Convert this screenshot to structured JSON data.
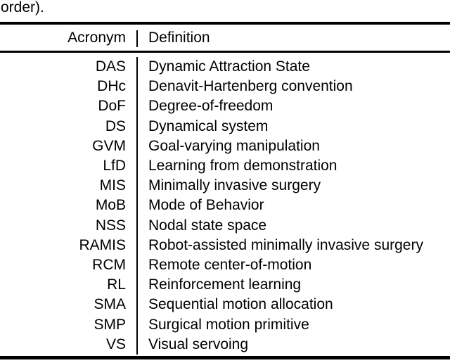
{
  "page": {
    "background": "#ffffff",
    "text_color": "#000000",
    "rule_color": "#000000"
  },
  "caption_fragment": "order).",
  "table": {
    "headers": {
      "acronym": "Acronym",
      "definition": "Definition"
    },
    "rows": [
      {
        "acronym": "DAS",
        "definition": "Dynamic Attraction State"
      },
      {
        "acronym": "DHc",
        "definition": "Denavit-Hartenberg convention"
      },
      {
        "acronym": "DoF",
        "definition": "Degree-of-freedom"
      },
      {
        "acronym": "DS",
        "definition": "Dynamical system"
      },
      {
        "acronym": "GVM",
        "definition": "Goal-varying manipulation"
      },
      {
        "acronym": "LfD",
        "definition": "Learning from demonstration"
      },
      {
        "acronym": "MIS",
        "definition": "Minimally invasive surgery"
      },
      {
        "acronym": "MoB",
        "definition": "Mode of Behavior"
      },
      {
        "acronym": "NSS",
        "definition": "Nodal state space"
      },
      {
        "acronym": "RAMIS",
        "definition": "Robot-assisted minimally invasive surgery"
      },
      {
        "acronym": "RCM",
        "definition": "Remote center-of-motion"
      },
      {
        "acronym": "RL",
        "definition": "Reinforcement learning"
      },
      {
        "acronym": "SMA",
        "definition": "Sequential motion allocation"
      },
      {
        "acronym": "SMP",
        "definition": "Surgical motion primitive"
      },
      {
        "acronym": "VS",
        "definition": "Visual servoing"
      }
    ]
  }
}
